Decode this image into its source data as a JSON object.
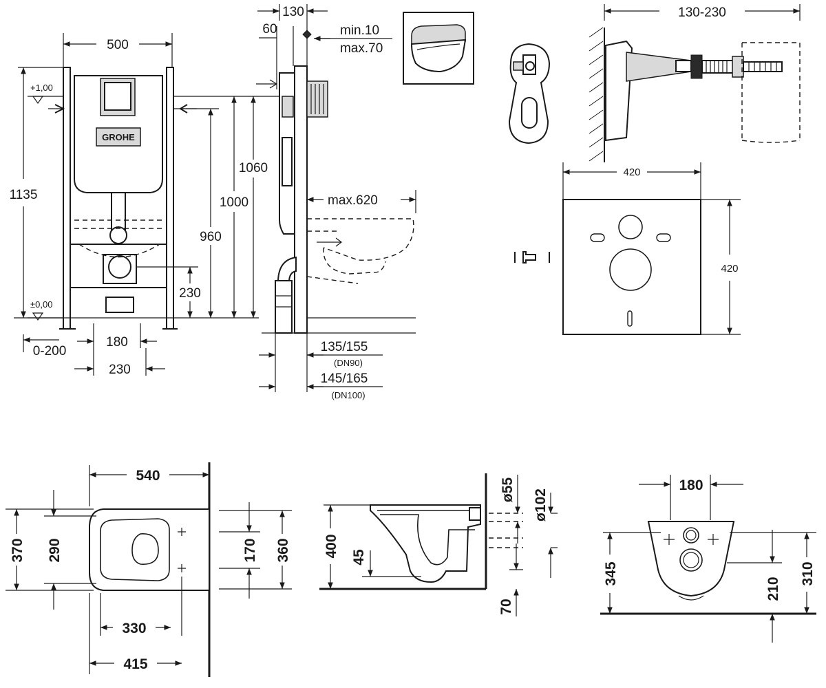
{
  "frame_elevation": {
    "width": "500",
    "level_top": "+1,00",
    "level_zero": "±0,00",
    "height_total": "1135",
    "height_1000": "1000",
    "height_960": "960",
    "height_230": "230",
    "offset": "0-200",
    "width_180": "180",
    "width_230": "230",
    "brand": "GROHE"
  },
  "frame_side": {
    "depth": "130",
    "offset_60": "60",
    "depth_min": "min.10",
    "depth_max": "max.70",
    "height_1060": "1060",
    "reach": "max.620",
    "drain_dn90": "135/155",
    "drain_dn90_note": "(DN90)",
    "drain_dn100": "145/165",
    "drain_dn100_note": "(DN100)"
  },
  "wall_bracket": {
    "range": "130-230"
  },
  "sound_pad": {
    "width": "420",
    "height": "420"
  },
  "bowl_top": {
    "length": "540",
    "width_outer": "370",
    "width_inner": "290",
    "fix_spacing": "170",
    "width_total": "360",
    "hole_to_front": "330",
    "length_inner": "415"
  },
  "bowl_side": {
    "height": "400",
    "dim_45": "45",
    "dia_55": "ø55",
    "dia_102": "ø102",
    "dim_70": "70"
  },
  "bowl_rear": {
    "width": "180",
    "height_345": "345",
    "height_210": "210",
    "height_310": "310"
  }
}
